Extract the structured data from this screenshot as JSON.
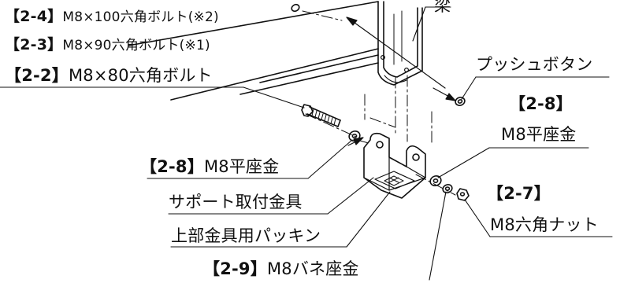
{
  "labels": {
    "bolt_100": {
      "ref": "【2-4】",
      "text": "M8×100六角ボルト(※2)"
    },
    "bolt_90": {
      "ref": "【2-3】",
      "text": "M8×90六角ボルト(※1)"
    },
    "bolt_80": {
      "ref": "【2-2】",
      "text": "M8×80六角ボルト"
    },
    "beam": "梁",
    "push_button": "プッシュボタン",
    "washer_right": {
      "ref": "【2-8】",
      "text": "M8平座金"
    },
    "washer_left": {
      "ref": "【2-8】",
      "text": "M8平座金"
    },
    "hex_nut": {
      "ref": "【2-7】",
      "text": "M8六角ナット"
    },
    "support_bracket": "サポート取付金具",
    "packing": "上部金具用パッキン",
    "spring_washer": {
      "ref": "【2-9】",
      "text": "M8バネ座金"
    }
  }
}
